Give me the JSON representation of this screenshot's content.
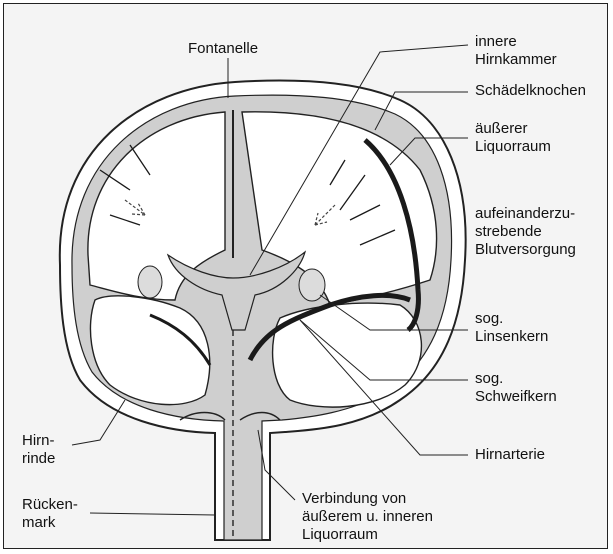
{
  "labels": {
    "fontanelle": "Fontanelle",
    "innere_hirnkammer": [
      "innere",
      "Hirnkammer"
    ],
    "schaedelknochen": "Schädelknochen",
    "aeusserer_liquorraum": [
      "äußerer",
      "Liquorraum"
    ],
    "blutversorgung": [
      "aufeinanderzu-",
      "strebende",
      "Blutversorgung"
    ],
    "linsenkern": [
      "sog.",
      "Linsenkern"
    ],
    "schweifkern": [
      "sog.",
      "Schweifkern"
    ],
    "hirnarterie": "Hirnarterie",
    "hirnrinde": [
      "Hirn-",
      "rinde"
    ],
    "rueckenmark": [
      "Rücken-",
      "mark"
    ],
    "verbindung": [
      "Verbindung von",
      "äußerem u. inneren",
      "Liquorraum"
    ]
  },
  "colors": {
    "background": "#f4f4f4",
    "skull": "#ffffff",
    "csf_space": "#cfcfcf",
    "brain": "#ffffff",
    "artery": "#1a1a1a",
    "outline": "#222222"
  }
}
